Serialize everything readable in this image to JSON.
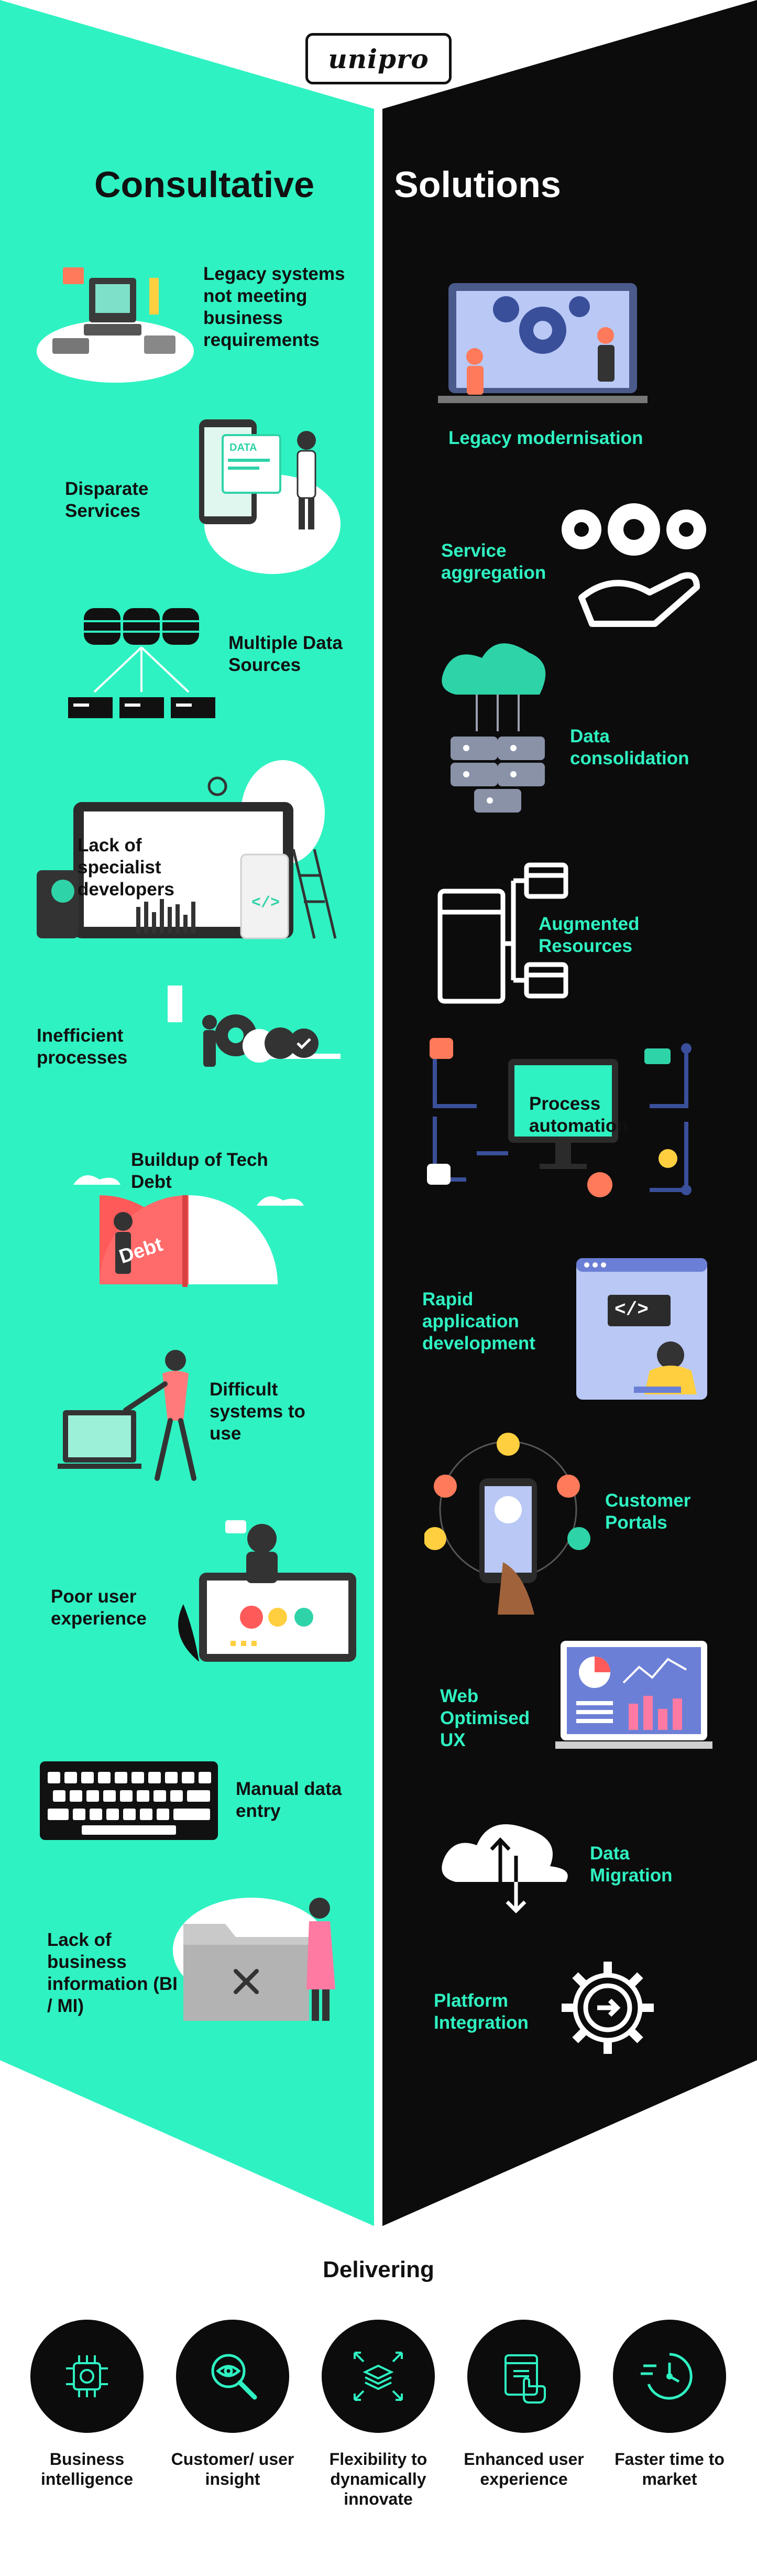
{
  "brand": {
    "logo_text": "unipro"
  },
  "left_column": {
    "title": "Consultative",
    "items": [
      {
        "label": "Legacy systems not meeting business requirements",
        "icon": "vintage-computer-icon"
      },
      {
        "label": "Disparate Services",
        "icon": "data-phone-icon"
      },
      {
        "label": "Multiple Data Sources",
        "icon": "databases-icon"
      },
      {
        "label": "Lack of specialist developers",
        "icon": "developer-screen-icon"
      },
      {
        "label": "Inefficient processes",
        "icon": "gears-worker-icon"
      },
      {
        "label": "Buildup of Tech Debt",
        "icon": "debt-gauge-icon",
        "gauge_text": "Debt"
      },
      {
        "label": "Difficult systems to use",
        "icon": "struggling-user-icon"
      },
      {
        "label": "Poor user experience",
        "icon": "feedback-tablet-icon"
      },
      {
        "label": "Manual data entry",
        "icon": "keyboard-icon"
      },
      {
        "label": "Lack of business information (BI / MI)",
        "icon": "empty-folder-icon"
      }
    ]
  },
  "right_column": {
    "title": "Solutions",
    "items": [
      {
        "label": "Legacy modernisation",
        "icon": "modernisation-icon"
      },
      {
        "label": "Service aggregation",
        "icon": "gears-hand-icon"
      },
      {
        "label": "Data consolidation",
        "icon": "cloud-database-icon"
      },
      {
        "label": "Augmented Resources",
        "icon": "structure-icon"
      },
      {
        "label": "Process automation",
        "icon": "automation-circuit-icon"
      },
      {
        "label": "Rapid application development",
        "icon": "code-laptop-icon",
        "code_text": "</>"
      },
      {
        "label": "Customer Portals",
        "icon": "portal-phone-icon"
      },
      {
        "label": "Web Optimised UX",
        "icon": "dashboard-monitor-icon"
      },
      {
        "label": "Data Migration",
        "icon": "cloud-transfer-icon"
      },
      {
        "label": "Platform Integration",
        "icon": "integration-gear-icon"
      }
    ]
  },
  "delivering": {
    "title": "Delivering",
    "items": [
      {
        "label": "Business intelligence",
        "icon": "brain-chip-icon"
      },
      {
        "label": "Customer/ user insight",
        "icon": "magnifier-eye-icon"
      },
      {
        "label": "Flexibility to dynamically innovate",
        "icon": "layers-arrows-icon"
      },
      {
        "label": "Enhanced user experience",
        "icon": "touch-screen-icon"
      },
      {
        "label": "Faster time to market",
        "icon": "speed-clock-icon"
      }
    ]
  },
  "colors": {
    "accent": "#2FF2C2",
    "dark": "#0c0c0c",
    "light": "#ffffff"
  }
}
